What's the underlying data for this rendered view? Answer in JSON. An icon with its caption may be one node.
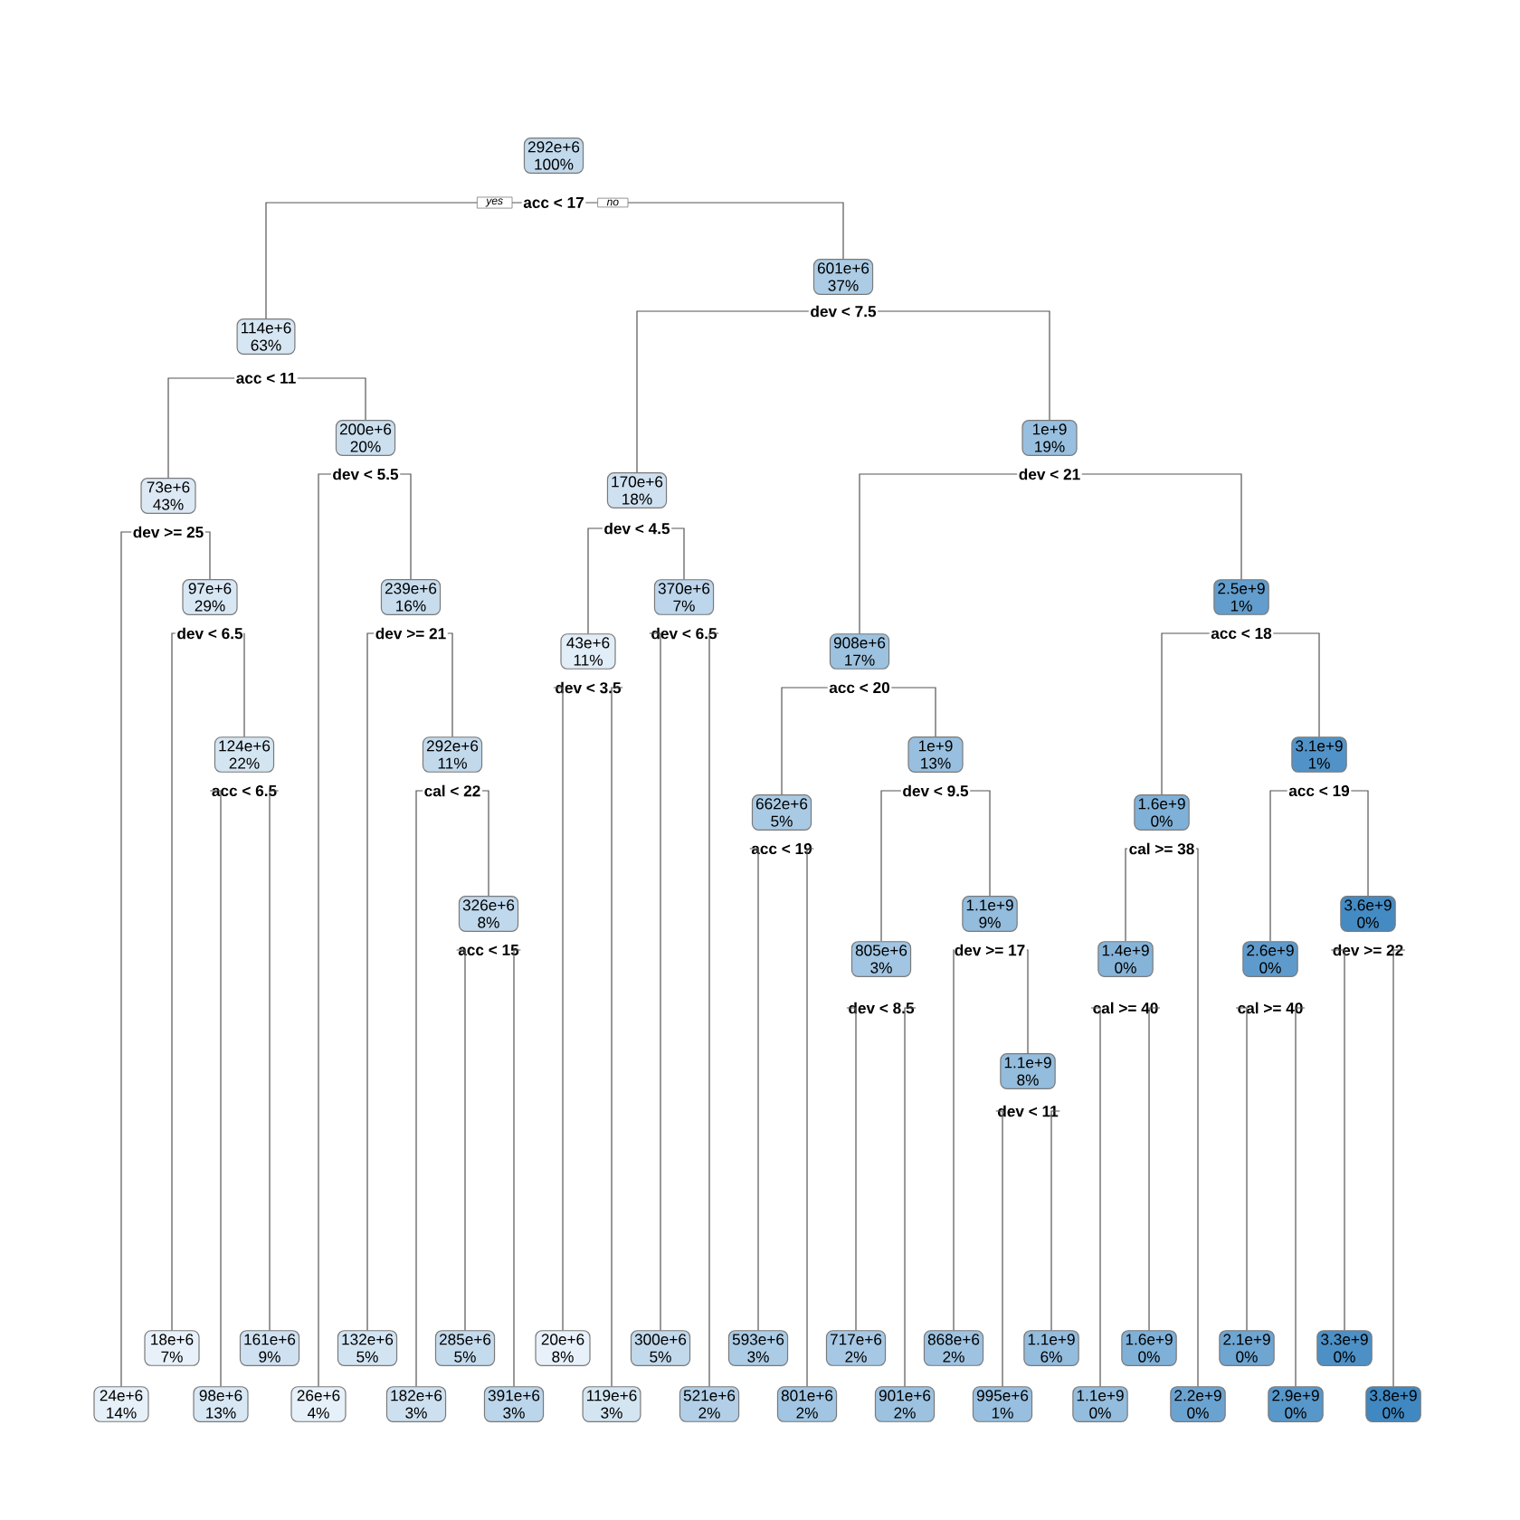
{
  "diagram": {
    "nodes": [
      {
        "text": [
          "292e+6",
          "100%"
        ],
        "beside": [
          "acc < 17"
        ]
      },
      {
        "text": [
          "114e+6",
          "63%"
        ],
        "beside": [
          "acc < 11"
        ]
      },
      {
        "text": [
          "73e+6",
          "43%"
        ],
        "beside": [
          "dev >= 25"
        ]
      },
      {
        "text": [
          "24e+6",
          "14%"
        ]
      },
      {
        "text": [
          "97e+6",
          "29%"
        ],
        "beside": [
          "dev < 6.5"
        ]
      },
      {
        "text": [
          "18e+6",
          "7%"
        ]
      },
      {
        "text": [
          "124e+6",
          "22%"
        ],
        "beside": [
          "acc < 6.5"
        ]
      },
      {
        "text": [
          "98e+6",
          "13%"
        ]
      },
      {
        "text": [
          "161e+6",
          "9%"
        ]
      },
      {
        "text": [
          "200e+6",
          "20%"
        ],
        "beside": [
          "dev < 5.5"
        ]
      },
      {
        "text": [
          "26e+6",
          "4%"
        ]
      },
      {
        "text": [
          "239e+6",
          "16%"
        ],
        "beside": [
          "dev >= 21"
        ]
      },
      {
        "text": [
          "132e+6",
          "5%"
        ]
      },
      {
        "text": [
          "292e+6",
          "11%"
        ],
        "beside": [
          "cal < 22"
        ]
      },
      {
        "text": [
          "182e+6",
          "3%"
        ]
      },
      {
        "text": [
          "326e+6",
          "8%"
        ],
        "beside": [
          "acc < 15"
        ]
      },
      {
        "text": [
          "285e+6",
          "5%"
        ]
      },
      {
        "text": [
          "391e+6",
          "3%"
        ]
      },
      {
        "text": [
          "601e+6",
          "37%"
        ],
        "beside": [
          "dev < 7.5"
        ]
      },
      {
        "text": [
          "170e+6",
          "18%"
        ],
        "beside": [
          "dev < 4.5"
        ]
      },
      {
        "text": [
          "43e+6",
          "11%"
        ],
        "beside": [
          "dev < 3.5"
        ]
      },
      {
        "text": [
          "20e+6",
          "8%"
        ]
      },
      {
        "text": [
          "119e+6",
          "3%"
        ]
      },
      {
        "text": [
          "370e+6",
          "7%"
        ],
        "beside": [
          "dev < 6.5"
        ]
      },
      {
        "text": [
          "300e+6",
          "5%"
        ]
      },
      {
        "text": [
          "521e+6",
          "2%"
        ]
      },
      {
        "text": [
          "1e+9",
          "19%"
        ],
        "beside": [
          "dev < 21"
        ]
      },
      {
        "text": [
          "908e+6",
          "17%"
        ],
        "beside": [
          "acc < 20"
        ]
      },
      {
        "text": [
          "662e+6",
          "5%"
        ],
        "beside": [
          "acc < 19"
        ]
      },
      {
        "text": [
          "593e+6",
          "3%"
        ]
      },
      {
        "text": [
          "801e+6",
          "2%"
        ]
      },
      {
        "text": [
          "1e+9",
          "13%"
        ],
        "beside": [
          "dev < 9.5"
        ]
      },
      {
        "text": [
          "805e+6",
          "3%"
        ],
        "beside": [
          "dev < 8.5"
        ]
      },
      {
        "text": [
          "717e+6",
          "2%"
        ]
      },
      {
        "text": [
          "901e+6",
          "2%"
        ]
      },
      {
        "text": [
          "1.1e+9",
          "9%"
        ],
        "beside": [
          "dev >= 17"
        ]
      },
      {
        "text": [
          "868e+6",
          "2%"
        ]
      },
      {
        "text": [
          "1.1e+9",
          "8%"
        ],
        "beside": [
          "dev < 11"
        ]
      },
      {
        "text": [
          "995e+6",
          "1%"
        ]
      },
      {
        "text": [
          "1.1e+9",
          "6%"
        ]
      },
      {
        "text": [
          "2.5e+9",
          "1%"
        ],
        "beside": [
          "acc < 18"
        ]
      },
      {
        "text": [
          "1.6e+9",
          "0%"
        ],
        "beside": [
          "cal >= 38"
        ]
      },
      {
        "text": [
          "1.4e+9",
          "0%"
        ],
        "beside": [
          "cal >= 40"
        ]
      },
      {
        "text": [
          "1.1e+9",
          "0%"
        ]
      },
      {
        "text": [
          "1.6e+9",
          "0%"
        ]
      },
      {
        "text": [
          "2.2e+9",
          "0%"
        ]
      },
      {
        "text": [
          "3.1e+9",
          "1%"
        ],
        "beside": [
          "acc < 19"
        ]
      },
      {
        "text": [
          "2.6e+9",
          "0%"
        ],
        "beside": [
          "cal >= 40"
        ]
      },
      {
        "text": [
          "2.1e+9",
          "0%"
        ]
      },
      {
        "text": [
          "2.9e+9",
          "0%"
        ]
      },
      {
        "text": [
          "3.6e+9",
          "0%"
        ],
        "beside": [
          "dev >= 22"
        ]
      },
      {
        "text": [
          "3.3e+9",
          "0%"
        ]
      },
      {
        "text": [
          "3.8e+9",
          "0%"
        ]
      }
    ],
    "edges": [
      {
        "from": 0,
        "to": 1,
        "arrow": "none",
        "label": "yes"
      },
      {
        "from": 1,
        "to": 2,
        "arrow": "none"
      },
      {
        "from": 2,
        "to": 3,
        "arrow": "none"
      },
      {
        "from": 2,
        "to": 4,
        "arrow": "none"
      },
      {
        "from": 4,
        "to": 5,
        "arrow": "none"
      },
      {
        "from": 4,
        "to": 6,
        "arrow": "none"
      },
      {
        "from": 6,
        "to": 7,
        "arrow": "none"
      },
      {
        "from": 6,
        "to": 8,
        "arrow": "none"
      },
      {
        "from": 1,
        "to": 9,
        "arrow": "none"
      },
      {
        "from": 9,
        "to": 10,
        "arrow": "none"
      },
      {
        "from": 9,
        "to": 11,
        "arrow": "none"
      },
      {
        "from": 11,
        "to": 12,
        "arrow": "none"
      },
      {
        "from": 11,
        "to": 13,
        "arrow": "none"
      },
      {
        "from": 13,
        "to": 14,
        "arrow": "none"
      },
      {
        "from": 13,
        "to": 15,
        "arrow": "none"
      },
      {
        "from": 15,
        "to": 16,
        "arrow": "none"
      },
      {
        "from": 15,
        "to": 17,
        "arrow": "none"
      },
      {
        "from": 0,
        "to": 18,
        "arrow": "none",
        "label": "no"
      },
      {
        "from": 18,
        "to": 19,
        "arrow": "none"
      },
      {
        "from": 19,
        "to": 20,
        "arrow": "none"
      },
      {
        "from": 20,
        "to": 21,
        "arrow": "none"
      },
      {
        "from": 20,
        "to": 22,
        "arrow": "none"
      },
      {
        "from": 19,
        "to": 23,
        "arrow": "none"
      },
      {
        "from": 23,
        "to": 24,
        "arrow": "none"
      },
      {
        "from": 23,
        "to": 25,
        "arrow": "none"
      },
      {
        "from": 18,
        "to": 26,
        "arrow": "none"
      },
      {
        "from": 26,
        "to": 27,
        "arrow": "none"
      },
      {
        "from": 27,
        "to": 28,
        "arrow": "none"
      },
      {
        "from": 28,
        "to": 29,
        "arrow": "none"
      },
      {
        "from": 28,
        "to": 30,
        "arrow": "none"
      },
      {
        "from": 27,
        "to": 31,
        "arrow": "none"
      },
      {
        "from": 31,
        "to": 32,
        "arrow": "none"
      },
      {
        "from": 32,
        "to": 33,
        "arrow": "none"
      },
      {
        "from": 32,
        "to": 34,
        "arrow": "none"
      },
      {
        "from": 31,
        "to": 35,
        "arrow": "none"
      },
      {
        "from": 35,
        "to": 36,
        "arrow": "none"
      },
      {
        "from": 35,
        "to": 37,
        "arrow": "none"
      },
      {
        "from": 37,
        "to": 38,
        "arrow": "none"
      },
      {
        "from": 37,
        "to": 39,
        "arrow": "none"
      },
      {
        "from": 26,
        "to": 40,
        "arrow": "none"
      },
      {
        "from": 40,
        "to": 41,
        "arrow": "none"
      },
      {
        "from": 41,
        "to": 42,
        "arrow": "none"
      },
      {
        "from": 42,
        "to": 43,
        "arrow": "none"
      },
      {
        "from": 42,
        "to": 44,
        "arrow": "none"
      },
      {
        "from": 41,
        "to": 45,
        "arrow": "none"
      },
      {
        "from": 40,
        "to": 46,
        "arrow": "none"
      },
      {
        "from": 46,
        "to": 47,
        "arrow": "none"
      },
      {
        "from": 47,
        "to": 48,
        "arrow": "none"
      },
      {
        "from": 47,
        "to": 49,
        "arrow": "none"
      },
      {
        "from": 46,
        "to": 50,
        "arrow": "none"
      },
      {
        "from": 50,
        "to": 51,
        "arrow": "none"
      },
      {
        "from": 50,
        "to": 52,
        "arrow": "none"
      }
    ]
  }
}
